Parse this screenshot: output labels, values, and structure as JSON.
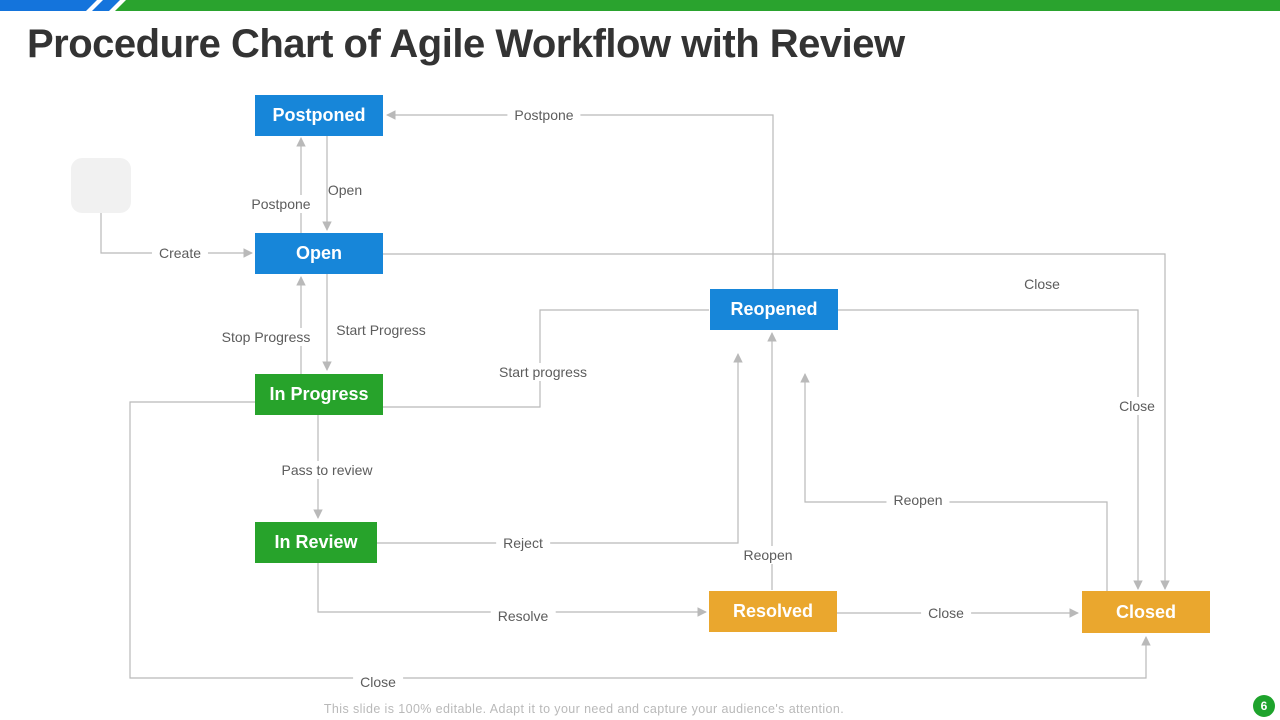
{
  "slide": {
    "title": "Procedure Chart of Agile Workflow with Review",
    "footer": "This slide is 100% editable. Adapt it to your need and capture your audience's attention.",
    "page_number": "6"
  },
  "colors": {
    "title_text": "#333333",
    "bar_blue": "#1474dc",
    "bar_green": "#2aa32e",
    "badge_green": "#1ea32c",
    "connector": "#b9b9b9",
    "label_text": "#5c5c5c",
    "footer_text": "#b9b9b9",
    "node_blue": "#1786d9",
    "node_green": "#27a32b",
    "node_orange": "#eaa72e"
  },
  "nodes": [
    {
      "id": "postponed",
      "label": "Postponed",
      "color": "#1786d9"
    },
    {
      "id": "open",
      "label": "Open",
      "color": "#1786d9"
    },
    {
      "id": "in-progress",
      "label": "In Progress",
      "color": "#27a32b"
    },
    {
      "id": "in-review",
      "label": "In Review",
      "color": "#27a32b"
    },
    {
      "id": "reopened",
      "label": "Reopened",
      "color": "#1786d9"
    },
    {
      "id": "resolved",
      "label": "Resolved",
      "color": "#eaa72e"
    },
    {
      "id": "closed",
      "label": "Closed",
      "color": "#eaa72e"
    }
  ],
  "edges": [
    {
      "from": "start",
      "to": "open",
      "label": "Create"
    },
    {
      "from": "open",
      "to": "postponed",
      "label": "Postpone"
    },
    {
      "from": "postponed",
      "to": "open",
      "label": "Open"
    },
    {
      "from": "reopened",
      "to": "postponed",
      "label": "Postpone"
    },
    {
      "from": "in-progress",
      "to": "open",
      "label": "Stop Progress"
    },
    {
      "from": "open",
      "to": "in-progress",
      "label": "Start Progress"
    },
    {
      "from": "open",
      "to": "closed",
      "label": "Close"
    },
    {
      "from": "in-progress",
      "to": "reopened",
      "label": "Start progress"
    },
    {
      "from": "reopened",
      "to": "closed",
      "label": "Close"
    },
    {
      "from": "in-progress",
      "to": "in-review",
      "label": "Pass to review"
    },
    {
      "from": "in-review",
      "to": "reopened",
      "label": "Reject"
    },
    {
      "from": "in-review",
      "to": "resolved",
      "label": "Resolve"
    },
    {
      "from": "resolved",
      "to": "reopened",
      "label": "Reopen"
    },
    {
      "from": "resolved",
      "to": "closed",
      "label": "Close"
    },
    {
      "from": "closed",
      "to": "reopened",
      "label": "Reopen"
    },
    {
      "from": "in-progress",
      "to": "closed",
      "label": "Close"
    }
  ]
}
